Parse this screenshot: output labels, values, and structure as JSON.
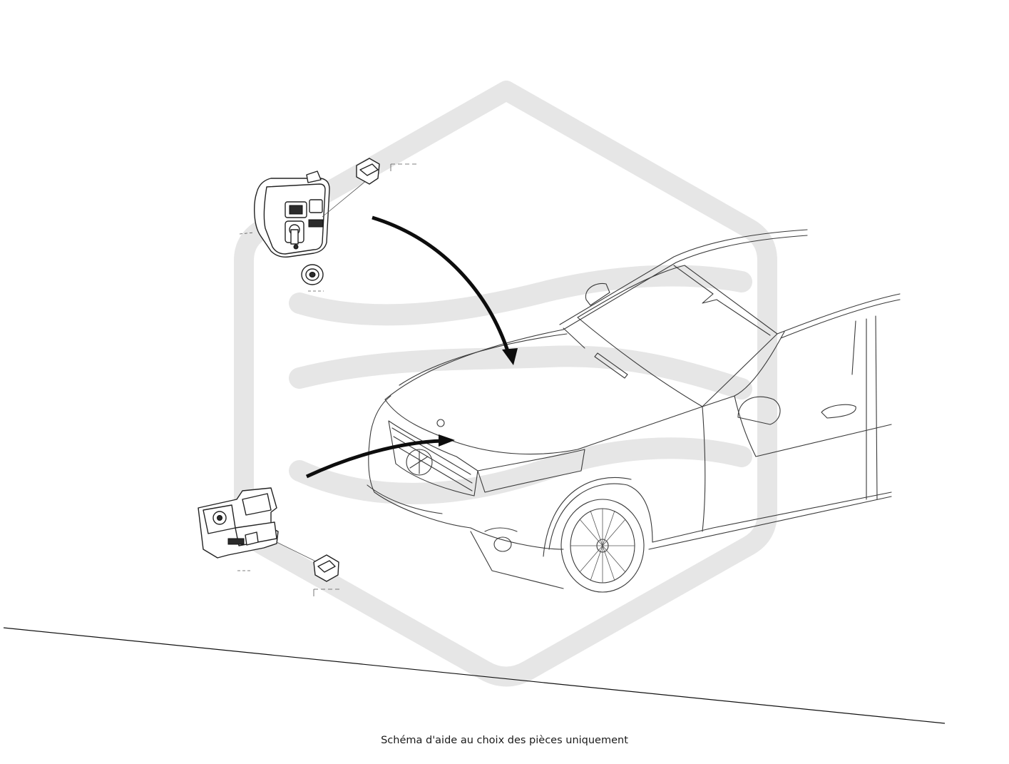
{
  "diagram": {
    "caption": "Schéma d'aide au choix des pièces uniquement",
    "watermark_icon": "hexagon-logo-icon",
    "parts": [
      {
        "name": "hood-release-handle",
        "icon": "handle-icon"
      },
      {
        "name": "grommet",
        "icon": "grommet-icon"
      },
      {
        "name": "hood-lock",
        "icon": "latch-icon"
      },
      {
        "name": "cable-connector-upper",
        "icon": "connector-icon"
      },
      {
        "name": "cable-connector-lower",
        "icon": "connector-icon"
      }
    ],
    "colors": {
      "line": "#3a3a3a",
      "arrow": "#0d0d0d",
      "watermark": "#e6e6e6"
    }
  }
}
